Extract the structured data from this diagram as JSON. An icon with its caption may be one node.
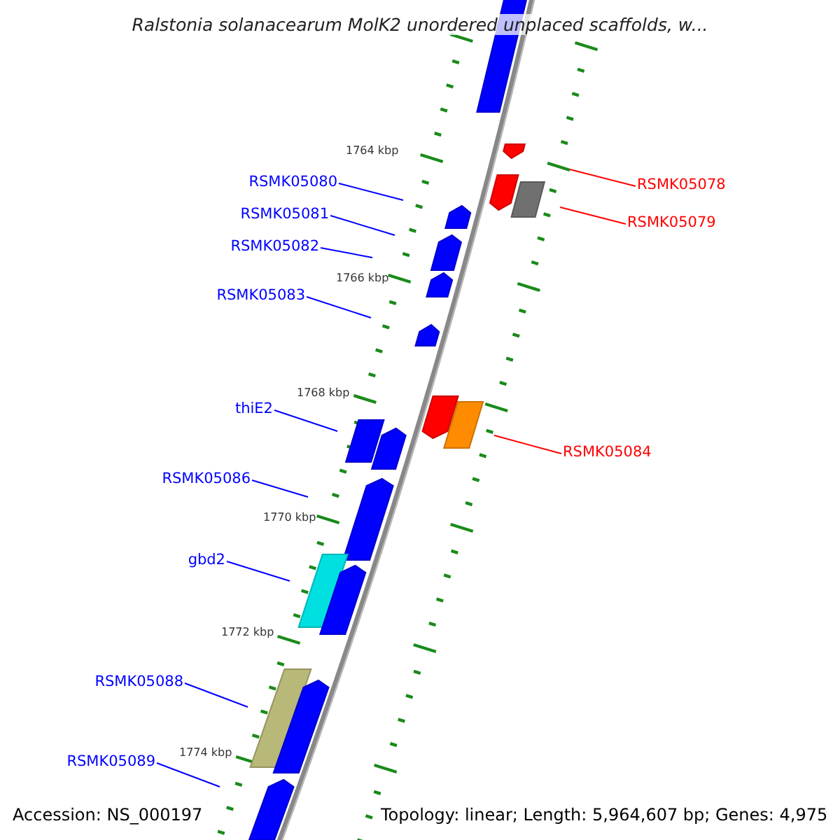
{
  "diagram": {
    "title": "Ralstonia solanacearum MolK2 unordered unplaced scaffolds, w...",
    "nodes": [
      {
        "text": [
          "RSMK05080"
        ]
      },
      {
        "text": [
          "RSMK05078"
        ]
      },
      {
        "text": [
          "RSMK05081"
        ]
      },
      {
        "text": [
          "RSMK05079"
        ]
      },
      {
        "text": [
          "RSMK05082"
        ]
      },
      {
        "text": [
          "RSMK05083"
        ]
      },
      {
        "text": [
          "thiE2"
        ]
      },
      {
        "text": [
          "RSMK05084"
        ]
      },
      {
        "text": [
          "RSMK05086"
        ]
      },
      {
        "text": [
          "gbd2"
        ]
      },
      {
        "text": [
          "RSMK05088"
        ]
      },
      {
        "text": [
          "RSMK05089"
        ]
      }
    ],
    "edges": [
      {
        "from": 0,
        "to": null,
        "arrow": "none"
      },
      {
        "from": 1,
        "to": null,
        "arrow": "none",
        "color": "#ff0000"
      },
      {
        "from": 2,
        "to": null,
        "arrow": "none"
      },
      {
        "from": 3,
        "to": null,
        "arrow": "none",
        "color": "#ff0000"
      },
      {
        "from": 4,
        "to": null,
        "arrow": "none"
      },
      {
        "from": 5,
        "to": null,
        "arrow": "none"
      },
      {
        "from": 6,
        "to": null,
        "arrow": "none"
      },
      {
        "from": 7,
        "to": null,
        "arrow": "none",
        "color": "#ff0000"
      },
      {
        "from": 8,
        "to": null,
        "arrow": "none"
      },
      {
        "from": 9,
        "to": null,
        "arrow": "none"
      },
      {
        "from": 10,
        "to": null,
        "arrow": "none"
      },
      {
        "from": 11,
        "to": null,
        "arrow": "none"
      }
    ],
    "labels": [
      "1764 kbp",
      "1766 kbp",
      "1768 kbp",
      "1770 kbp",
      "1772 kbp",
      "1774 kbp",
      "Accession: NS_000197",
      "Topology: linear; Length: 5,964,607 bp; Genes: 4,975"
    ]
  }
}
